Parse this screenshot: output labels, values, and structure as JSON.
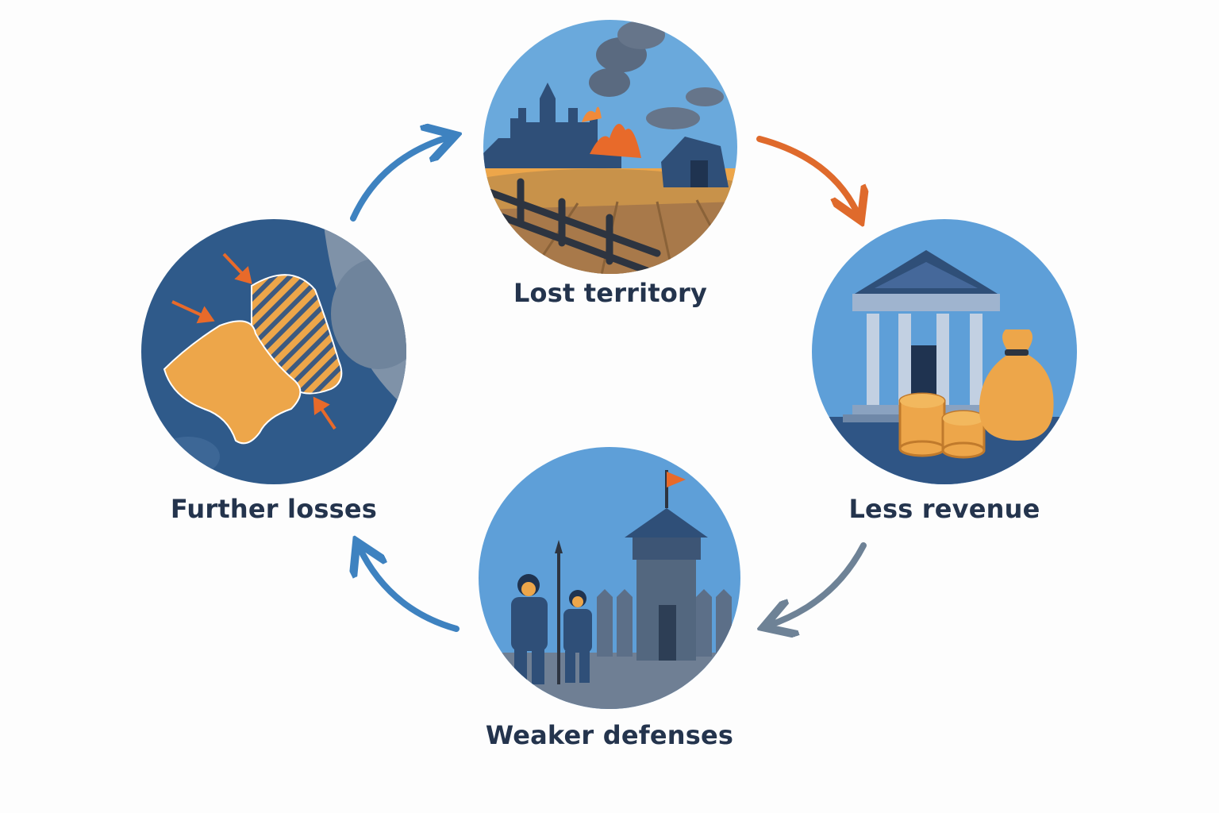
{
  "diagram": {
    "type": "cycle",
    "nodes": [
      {
        "id": "lost-territory",
        "label": "Lost territory"
      },
      {
        "id": "less-revenue",
        "label": "Less revenue"
      },
      {
        "id": "weaker-defenses",
        "label": "Weaker defenses"
      },
      {
        "id": "further-losses",
        "label": "Further losses"
      }
    ],
    "edges": [
      {
        "from": "lost-territory",
        "to": "less-revenue"
      },
      {
        "from": "less-revenue",
        "to": "weaker-defenses"
      },
      {
        "from": "weaker-defenses",
        "to": "further-losses"
      },
      {
        "from": "further-losses",
        "to": "lost-territory"
      }
    ]
  },
  "colors": {
    "label_text": "#24344d",
    "arrow_orange": "#df6a2c",
    "arrow_blue": "#3e82c0",
    "arrow_slate": "#6e8296",
    "sky": "#6aa9dc",
    "navy": "#2f4f78",
    "gold": "#eda64a"
  }
}
